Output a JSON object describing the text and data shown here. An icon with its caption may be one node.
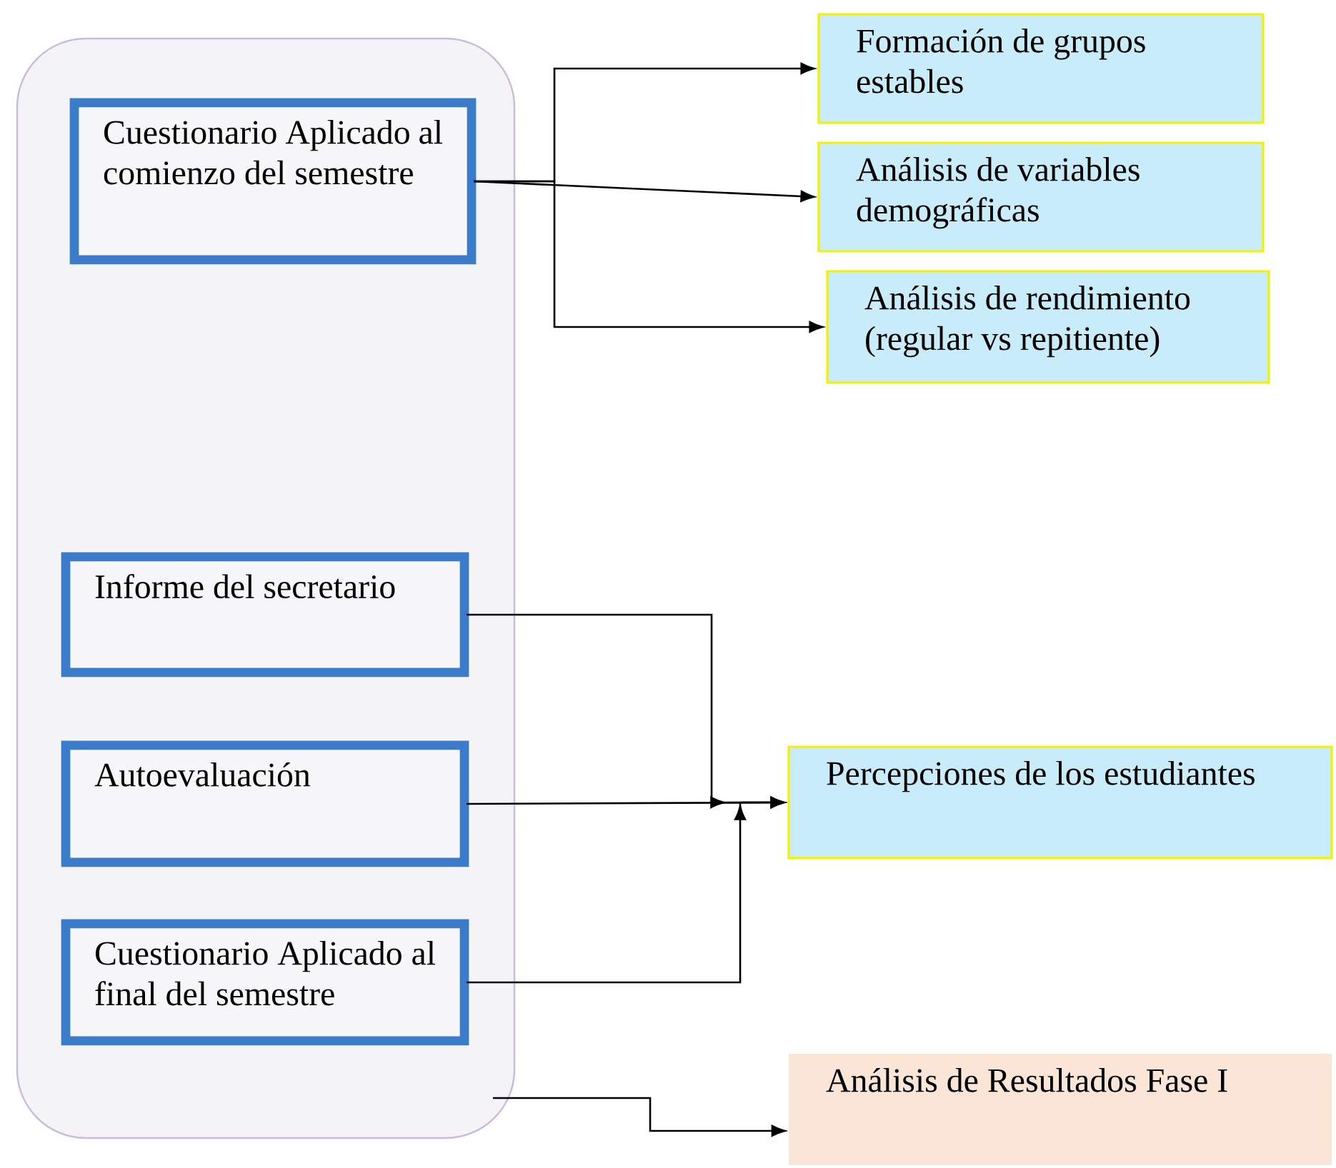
{
  "diagram": {
    "nodes": [
      {
        "text": [],
        "shape": "box"
      },
      {
        "text": [
          "Cuestionario Aplicado al comienzo del semestre"
        ],
        "in": 0
      },
      {
        "text": [
          "Informe del secretario"
        ],
        "in": 0
      },
      {
        "text": [
          "Autoevaluación"
        ],
        "in": 0
      },
      {
        "text": [
          "Cuestionario Aplicado al final del semestre"
        ],
        "in": 0
      },
      {
        "text": [
          "Formación de grupos estables"
        ]
      },
      {
        "text": [
          "Análisis de variables demográficas"
        ]
      },
      {
        "text": [
          "Análisis de rendimiento (regular vs repitiente)"
        ]
      },
      {
        "text": [
          "Percepciones de los estudiantes"
        ]
      },
      {
        "text": [
          "Análisis de Resultados Fase I"
        ]
      }
    ],
    "edges": [
      {
        "from": 1,
        "to": 5,
        "arrow": "to"
      },
      {
        "from": 1,
        "to": 6,
        "arrow": "to"
      },
      {
        "from": 1,
        "to": 7,
        "arrow": "to"
      },
      {
        "from": 2,
        "to": 8,
        "arrow": "to"
      },
      {
        "from": 3,
        "to": 8,
        "arrow": "to"
      },
      {
        "from": 4,
        "to": 8,
        "arrow": "to"
      },
      {
        "from": 0,
        "to": 9,
        "arrow": "to"
      }
    ]
  }
}
